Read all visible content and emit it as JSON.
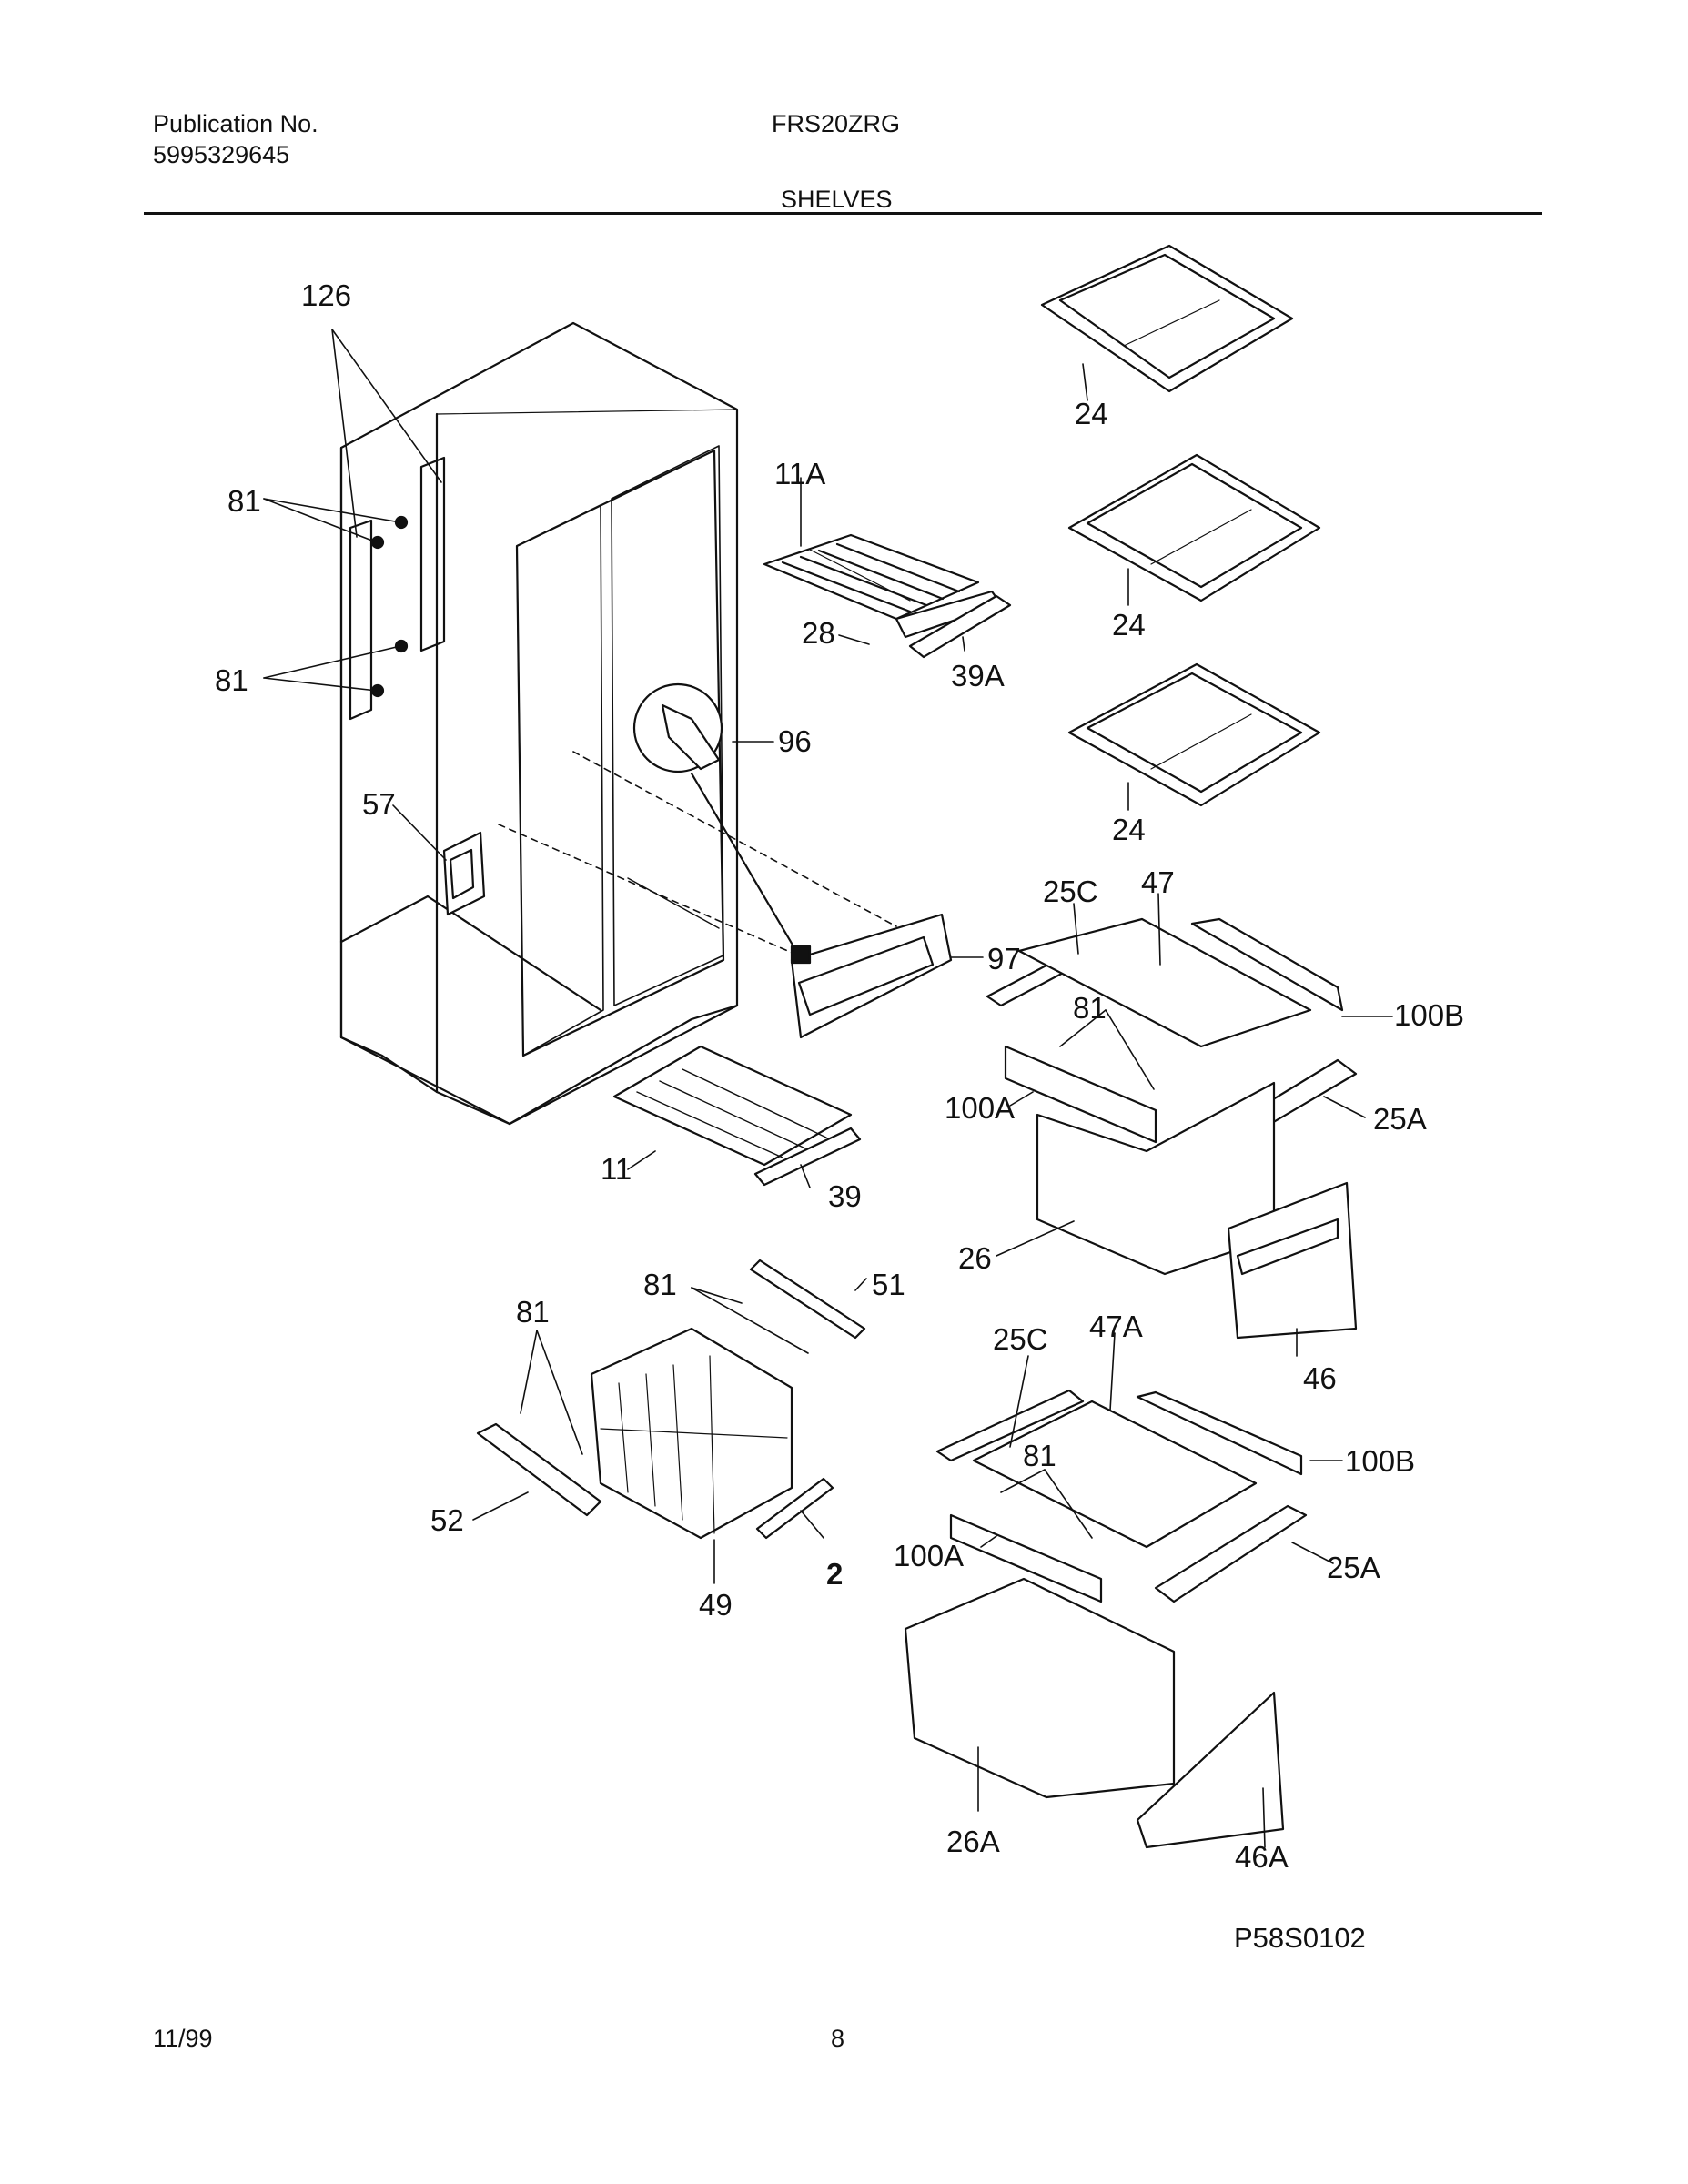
{
  "header": {
    "publication_label": "Publication No.",
    "publication_number": "5995329645",
    "model": "FRS20ZRG",
    "section": "SHELVES"
  },
  "callouts": [
    "126",
    "81",
    "81",
    "11A",
    "28",
    "39A",
    "24",
    "24",
    "24",
    "96",
    "57",
    "25C",
    "47",
    "97",
    "81",
    "100B",
    "100A",
    "25A",
    "11",
    "39",
    "26",
    "46",
    "81",
    "51",
    "81",
    "52",
    "49",
    "2",
    "25C",
    "47A",
    "81",
    "100B",
    "100A",
    "25A",
    "26A",
    "46A"
  ],
  "figure_code": "P58S0102",
  "footer": {
    "date": "11/99",
    "page": "8"
  }
}
